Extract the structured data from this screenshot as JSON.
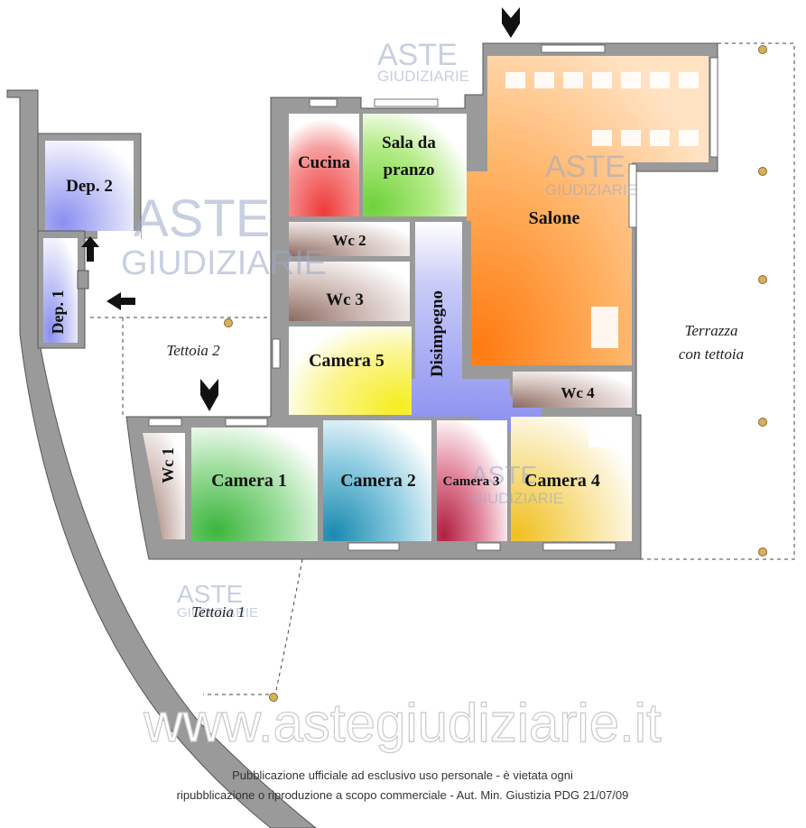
{
  "rooms": {
    "dep2": "Dep. 2",
    "dep1": "Dep. 1",
    "cucina": "Cucina",
    "sala_line1": "Sala da",
    "sala_line2": "pranzo",
    "salone": "Salone",
    "wc2": "Wc 2",
    "wc3": "Wc 3",
    "disimpegno": "Disimpegno",
    "camera5": "Camera 5",
    "wc4": "Wc 4",
    "wc1": "Wc 1",
    "camera1": "Camera 1",
    "camera2": "Camera 2",
    "camera3": "Camera 3",
    "camera4": "Camera 4"
  },
  "exterior": {
    "tettoia2": "Tettoia 2",
    "tettoia1": "Tettoia 1",
    "terrazza_line1": "Terrazza",
    "terrazza_line2": "con tettoia"
  },
  "watermark": {
    "brand_top": "ASTE",
    "brand_bottom": "GIUDIZIARIE",
    "url": "www.astegiudiziarie.it"
  },
  "notice": {
    "line1": "Pubblicazione ufficiale ad esclusivo uso personale - è vietata ogni",
    "line2": "ripubblicazione o riproduzione a scopo commerciale - Aut. Min. Giustizia PDG 21/07/09"
  },
  "colors": {
    "wall": "#8a8a8a",
    "cucina": "#f03a3a",
    "sala": "#6fd13a",
    "salone": "#ff7a10",
    "camera1": "#3db53d",
    "camera2": "#1a8ab0",
    "camera3": "#b02040",
    "camera4": "#f0c020",
    "camera5": "#f5ee20",
    "disimpegno": "#8a8ff0",
    "wc": "#8a6a60",
    "dep": "#8a8ff0",
    "column": "#d4b060"
  }
}
